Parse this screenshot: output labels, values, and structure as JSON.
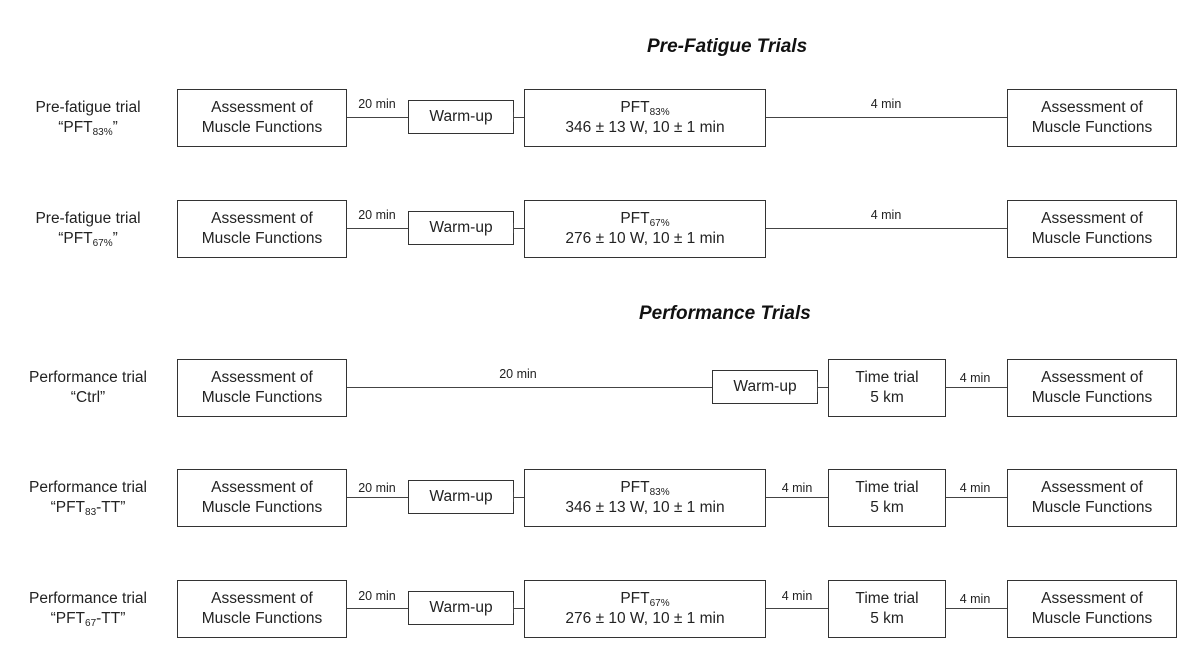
{
  "sections": {
    "pre_fatigue_title": "Pre-Fatigue Trials",
    "performance_title": "Performance Trials"
  },
  "labels": {
    "assessment_line1": "Assessment of",
    "assessment_line2": "Muscle Functions",
    "warmup": "Warm-up",
    "time_trial_line1": "Time trial",
    "time_trial_line2": "5 km",
    "pft_prefix": "PFT",
    "pft83_sub": "83%",
    "pft67_sub": "67%",
    "pft83_detail": "346 ± 13 W, 10 ± 1 min",
    "pft67_detail": "276 ± 10 W, 10 ± 1 min"
  },
  "gaps": {
    "twenty_min": "20 min",
    "four_min": "4 min"
  },
  "rows": [
    {
      "label_line1": "Pre-fatigue trial",
      "label_line2_prefix": "“PFT",
      "label_line2_sub": "83%",
      "label_line2_suffix": "”"
    },
    {
      "label_line1": "Pre-fatigue trial",
      "label_line2_prefix": "“PFT",
      "label_line2_sub": "67%",
      "label_line2_suffix": "”"
    },
    {
      "label_line1": "Performance trial",
      "label_line2_prefix": "“Ctrl”",
      "label_line2_sub": "",
      "label_line2_suffix": ""
    },
    {
      "label_line1": "Performance trial",
      "label_line2_prefix": "“PFT",
      "label_line2_sub": "83",
      "label_line2_suffix": "-TT”"
    },
    {
      "label_line1": "Performance trial",
      "label_line2_prefix": "“PFT",
      "label_line2_sub": "67",
      "label_line2_suffix": "-TT”"
    }
  ]
}
